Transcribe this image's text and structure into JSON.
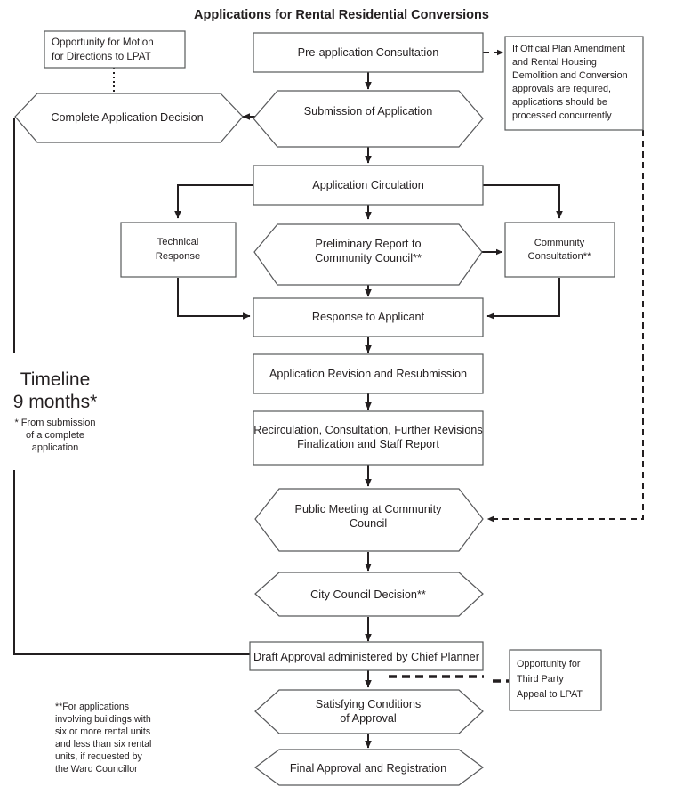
{
  "title": "Applications for Rental Residential Conversions",
  "nodes": {
    "pre_application": "Pre-application Consultation",
    "submission": "Submission of Application",
    "complete_decision": "Complete Application Decision",
    "circulation": "Application Circulation",
    "technical_response_l1": "Technical",
    "technical_response_l2": "Response",
    "preliminary_report_l1": "Preliminary Report to",
    "preliminary_report_l2": "Community Council**",
    "community_consultation_l1": "Community",
    "community_consultation_l2": "Consultation**",
    "response_to_applicant": "Response to Applicant",
    "revision": "Application Revision and Resubmission",
    "recirculation_l1": "Recirculation, Consultation, Further Revisions",
    "recirculation_l2": "Finalization and Staff Report",
    "public_meeting_l1": "Public Meeting at Community",
    "public_meeting_l2": "Council",
    "city_council": "City Council Decision**",
    "draft_approval": "Draft Approval administered by Chief Planner",
    "satisfying_l1": "Satisfying Conditions",
    "satisfying_l2": "of Approval",
    "final_approval": "Final Approval and Registration"
  },
  "notes": {
    "lpat_motion": [
      "Opportunity for Motion",
      "for Directions to LPAT"
    ],
    "concurrent": [
      "If Official Plan Amendment",
      "and Rental Housing",
      "Demolition and Conversion",
      "approvals are required,",
      "applications should be",
      "processed concurrently"
    ],
    "third_party": [
      "Opportunity for",
      "Third Party",
      "Appeal to LPAT"
    ]
  },
  "timeline": {
    "label": "Timeline",
    "duration": "9 months*",
    "footnote": [
      "* From submission",
      "of a complete",
      "application"
    ]
  },
  "footnote": [
    "**For applications",
    "involving buildings with",
    "six or more rental units",
    "and less than six rental",
    "units, if requested by",
    "the Ward Councillor"
  ],
  "colors": {
    "background": "#ffffff",
    "text": "#231f20",
    "shape_stroke": "#58595b",
    "connector": "#231f20"
  }
}
